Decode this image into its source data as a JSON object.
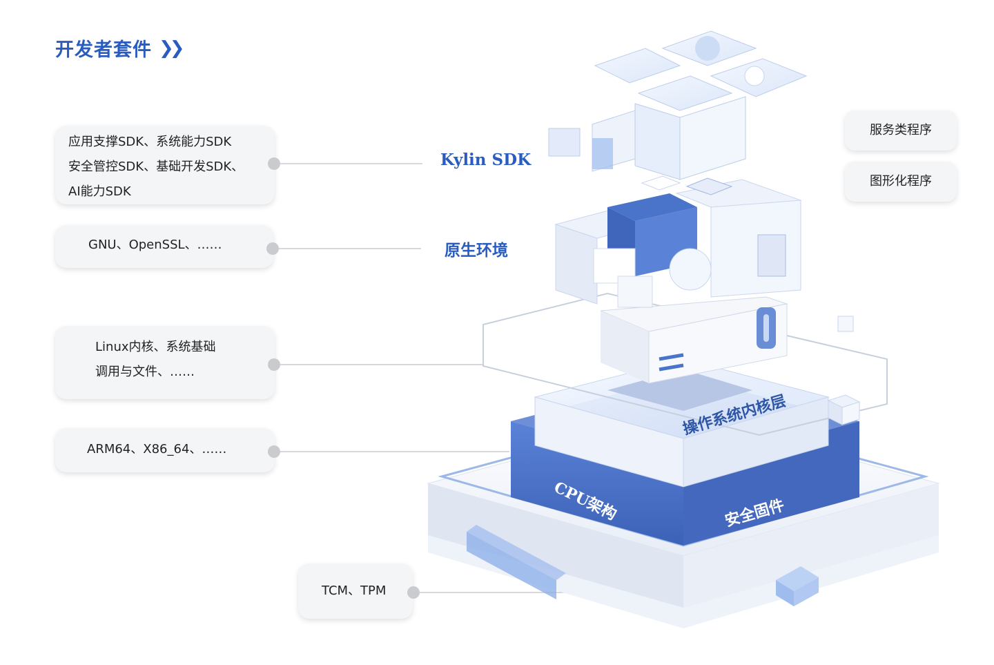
{
  "page_title": "开发者套件",
  "left_cards": [
    {
      "lines": [
        "应用支撑SDK、系统能力SDK",
        "安全管控SDK、基础开发SDK、",
        "AI能力SDK"
      ]
    },
    {
      "lines": [
        "GNU、OpenSSL、……"
      ]
    },
    {
      "lines": [
        "Linux内核、系统基础",
        "调用与文件、……"
      ]
    },
    {
      "lines": [
        "ARM64、X86_64、……"
      ]
    },
    {
      "lines": [
        "TCM、TPM"
      ]
    }
  ],
  "layer_labels": {
    "sdk": "Kylin SDK",
    "native_env": "原生环境",
    "kernel": "操作系统内核层",
    "cpu": "CPU架构",
    "firmware": "安全固件"
  },
  "right_cards": [
    "服务类程序",
    "图形化程序"
  ],
  "colors": {
    "accent_blue": "#2a5cc0",
    "card_bg": "#f4f5f7",
    "platform_blue": "#4a74c9"
  }
}
